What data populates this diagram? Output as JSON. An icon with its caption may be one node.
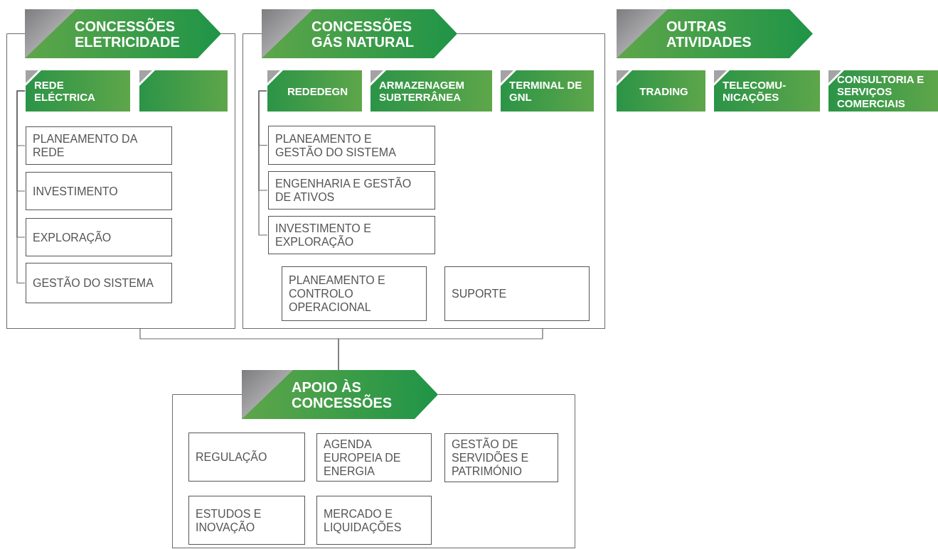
{
  "diagram": {
    "nodes": [
      {
        "text": [
          "CONCESSÕES ELETRICIDADE"
        ]
      },
      {
        "text": [],
        "shape": "box"
      },
      {
        "text": [
          "REDE ELÉCTRICA"
        ],
        "in": 1
      },
      {
        "text": [],
        "shape": "box",
        "in": 1
      },
      {
        "text": [
          "PLANEAMENTO DA REDE"
        ],
        "in": 1
      },
      {
        "text": [
          "INVESTIMENTO"
        ],
        "in": 1
      },
      {
        "text": [
          "EXPLORAÇÃO"
        ],
        "in": 1
      },
      {
        "text": [
          "GESTÃO DO SISTEMA"
        ],
        "in": 1
      },
      {
        "text": [
          "CONCESSÕES GÁS NATURAL"
        ]
      },
      {
        "text": [],
        "shape": "box"
      },
      {
        "text": [
          "REDEDEGN"
        ],
        "in": 9
      },
      {
        "text": [
          "ARMAZENAGEM SUBTERRÂNEA"
        ],
        "in": 9
      },
      {
        "text": [
          "TERMINAL DE GNL"
        ],
        "in": 9
      },
      {
        "text": [
          "PLANEAMENTO E GESTÃO DO SISTEMA"
        ],
        "in": 9
      },
      {
        "text": [
          "ENGENHARIA E GESTÃO DE ATIVOS"
        ],
        "in": 9
      },
      {
        "text": [
          "INVESTIMENTO E EXPLORAÇÃO"
        ],
        "in": 9
      },
      {
        "text": [
          "PLANEAMENTO E CONTROLO OPERACIONAL"
        ],
        "in": 9
      },
      {
        "text": [
          "SUPORTE"
        ],
        "in": 9
      },
      {
        "text": [
          "OUTRAS ATIVIDADES"
        ]
      },
      {
        "text": [
          "TRADING"
        ]
      },
      {
        "text": [
          "TELECOMU- NICAÇÕES"
        ]
      },
      {
        "text": [
          "CONSULTORIA E SERVIÇOS COMERCIAIS"
        ]
      },
      {
        "text": [
          "APOIO ÀS CONCESSÕES"
        ]
      },
      {
        "text": [],
        "shape": "box"
      },
      {
        "text": [
          "REGULAÇÃO"
        ],
        "in": 23
      },
      {
        "text": [
          "AGENDA EUROPEIA DE ENERGIA"
        ],
        "in": 23
      },
      {
        "text": [
          "GESTÃO DE SERVIDÕES E PATRIMÓNIO"
        ],
        "in": 23
      },
      {
        "text": [
          "ESTUDOS E INOVAÇÃO"
        ],
        "in": 23
      },
      {
        "text": [
          "MERCADO E LIQUIDAÇÕES"
        ],
        "in": 23
      }
    ],
    "edges": [
      {
        "from": 2,
        "to": 4,
        "arrow": "none"
      },
      {
        "from": 2,
        "to": 5,
        "arrow": "none"
      },
      {
        "from": 2,
        "to": 6,
        "arrow": "none"
      },
      {
        "from": 2,
        "to": 7,
        "arrow": "none"
      },
      {
        "from": 10,
        "to": 13,
        "arrow": "none"
      },
      {
        "from": 10,
        "to": 14,
        "arrow": "none"
      },
      {
        "from": 10,
        "to": 15,
        "arrow": "none"
      },
      {
        "from": 1,
        "to": 22,
        "arrow": "none"
      },
      {
        "from": 9,
        "to": 22,
        "arrow": "none"
      }
    ]
  }
}
